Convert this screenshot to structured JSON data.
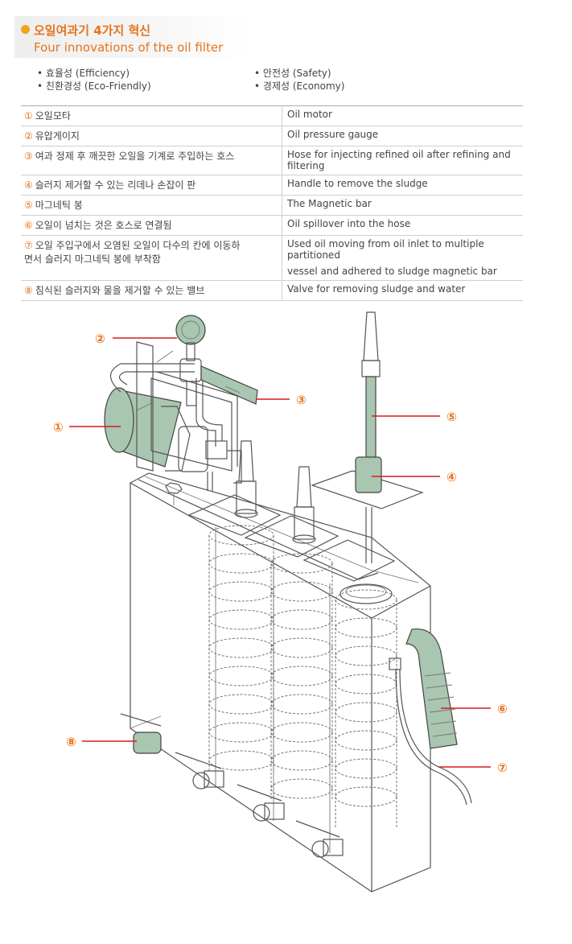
{
  "header": {
    "title_ko": "오일여과기 4가지 혁신",
    "title_en": "Four innovations of the oil filter"
  },
  "bullets": [
    "효율성 (Efficiency)",
    "친환경성 (Eco-Friendly)",
    "안전성 (Safety)",
    "경제성 (Economy)"
  ],
  "legend": [
    {
      "num": "①",
      "ko": "오일모타",
      "en": [
        "Oil motor"
      ]
    },
    {
      "num": "②",
      "ko": "유압게이지",
      "en": [
        "Oil pressure gauge"
      ]
    },
    {
      "num": "③",
      "ko": "여과 정제 후 깨끗한 오일을 기계로 주입하는 호스",
      "en": [
        "Hose for injecting refined oil after refining and filtering"
      ]
    },
    {
      "num": "④",
      "ko": "슬러지 제거할 수 있는 리데나 손잡이 판",
      "en": [
        "Handle to remove the sludge"
      ]
    },
    {
      "num": "⑤",
      "ko": "마그네틱 봉",
      "en": [
        "The Magnetic bar"
      ]
    },
    {
      "num": "⑥",
      "ko": "오일이 넘치는 것은 호스로 연결됨",
      "en": [
        "Oil spillover into the hose"
      ]
    },
    {
      "num": "⑦",
      "ko": "오일 주입구에서 오염된 오일이 다수의 칸에 이동하\n면서 슬러지 마그네틱 봉에 부착함",
      "en": [
        "Used oil moving from oil inlet to multiple partitioned",
        "vessel and adhered to sludge magnetic bar"
      ]
    },
    {
      "num": "⑧",
      "ko": "침식된 슬러지와 물을 제거할 수 있는 밸브",
      "en": [
        "Valve for removing sludge and water"
      ]
    }
  ],
  "callouts": {
    "c1": "①",
    "c2": "②",
    "c3": "③",
    "c4": "④",
    "c5": "⑤",
    "c6": "⑥",
    "c7": "⑦",
    "c8": "⑧"
  },
  "colors": {
    "accent": "#e8731a",
    "bullet_dot": "#f0a31c",
    "part_green": "#a9c6b0",
    "leader_red": "#d21f1f"
  }
}
